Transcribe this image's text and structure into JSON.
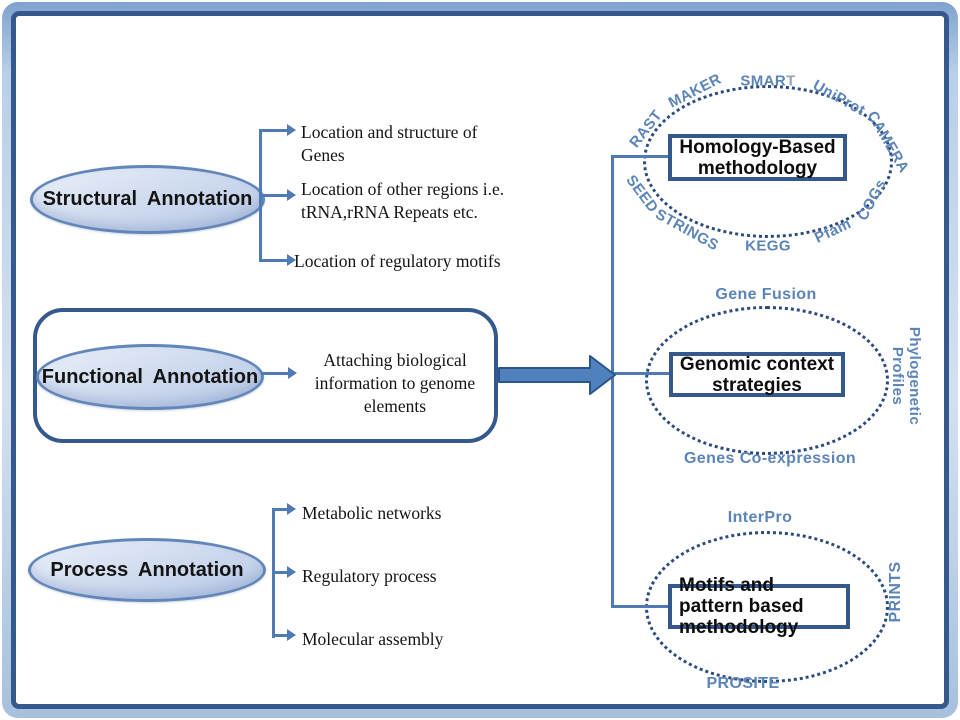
{
  "structural": {
    "label": "Structural Annotation",
    "items": [
      "Location and structure of Genes",
      "Location of other regions i.e. tRNA,rRNA Repeats etc.",
      "Location of regulatory motifs"
    ]
  },
  "functional": {
    "label": "Functional Annotation",
    "description": "Attaching biological information to genome elements"
  },
  "process": {
    "label": "Process Annotation",
    "items": [
      "Metabolic networks",
      "Regulatory process",
      "Molecular assembly"
    ]
  },
  "clouds": {
    "homology": {
      "box_label": "Homology-Based methodology",
      "tools": {
        "rast": "RAST",
        "maker": "MAKER",
        "smart_main": "SMAR",
        "smart_last": "T",
        "uniprot": "UniProt",
        "camera": "CAMERA",
        "cogs": "COGs",
        "pfam": "Pfam",
        "kegg": "KEGG",
        "strings": "STRINGS",
        "seed": "SEED"
      }
    },
    "context": {
      "box_label": "Genomic context strategies",
      "labels": {
        "top": "Gene Fusion",
        "right": "Phylogenetic Profiles",
        "bottom": "Genes Co-expression"
      }
    },
    "motifs": {
      "box_label": "Motifs and pattern based methodology",
      "labels": {
        "top": "InterPro",
        "right": "PRINTS",
        "bottom": "PROSITE"
      }
    }
  },
  "colors": {
    "frame_border": "#35598C",
    "frame_glow": "#C6D7ED",
    "connector": "#4F7AB3",
    "node_border": "#6286BA",
    "node_fill": "#C9D7EE",
    "dotted_ellipse": "#2B4A7D",
    "cloud_label": "#5B84B8",
    "smart_t_gray": "#9AA3AB",
    "box_border": "#35598C",
    "flow_arrow_fill": "#4F81BD",
    "flow_arrow_border": "#2C548C",
    "text": "#141414"
  }
}
